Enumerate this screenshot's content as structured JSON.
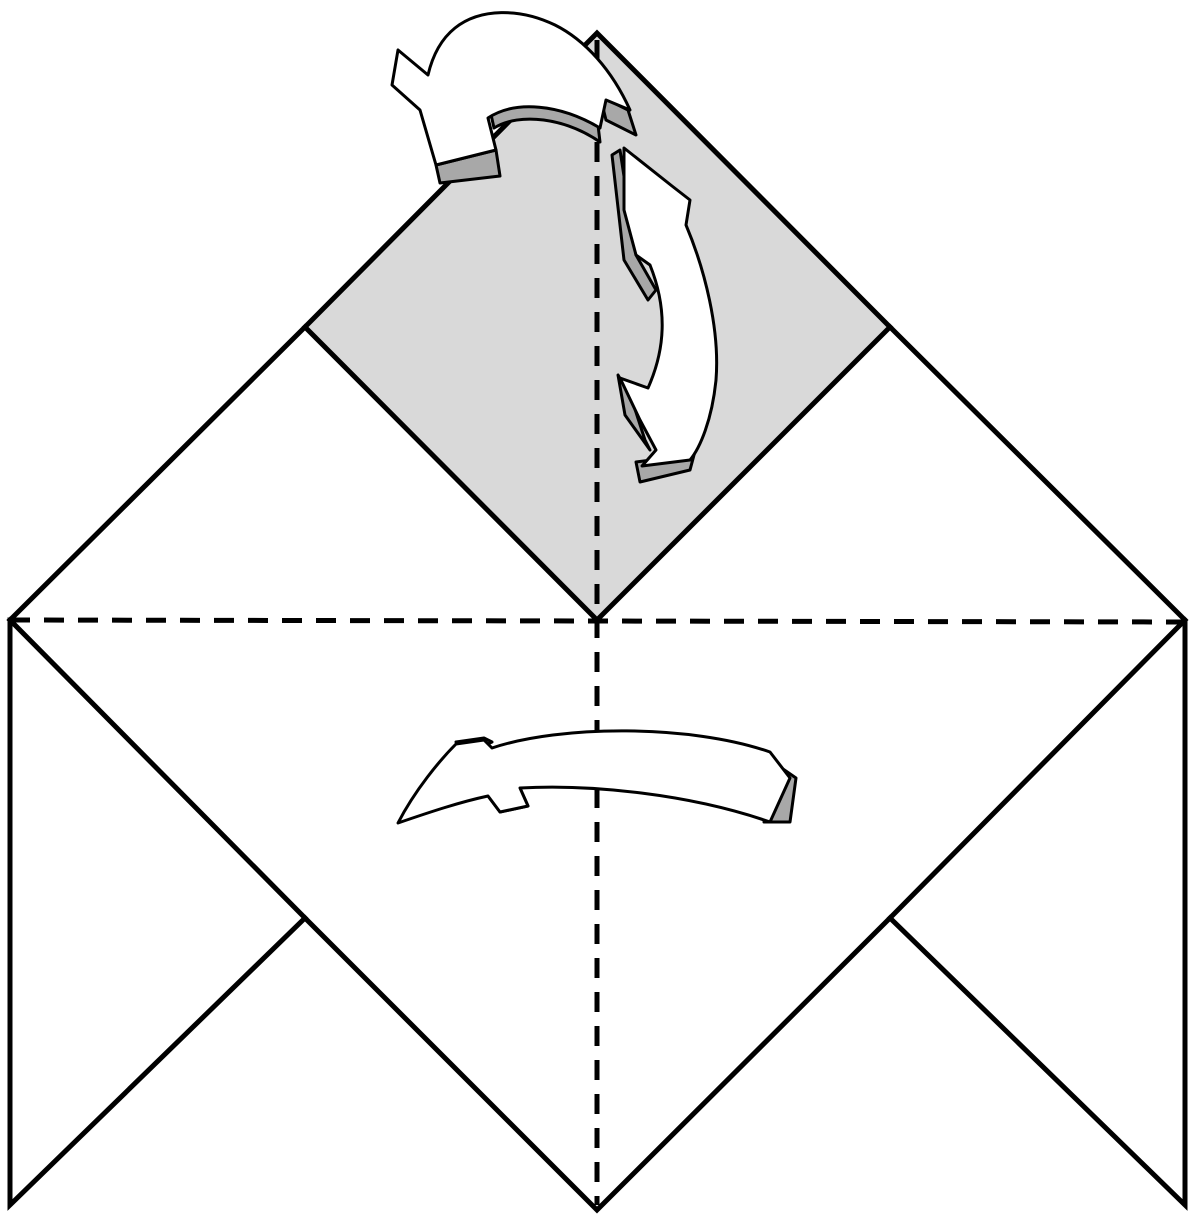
{
  "diagram": {
    "type": "origami-fold-instruction",
    "colors": {
      "background": "#ffffff",
      "line": "#000000",
      "shaded_flap": "#d9d9d9",
      "arrow_fill": "#ffffff",
      "arrow_shadow": "#a8a8a8"
    },
    "fold_lines": {
      "style": "dashed",
      "count": 2
    },
    "arrows": [
      {
        "name": "top-flip-arrow",
        "icon": "curved-arrow-left-icon",
        "meaning": "flip"
      },
      {
        "name": "top-curl-arrow",
        "icon": "curved-arrow-down-icon",
        "meaning": "fold"
      },
      {
        "name": "center-fold-arrow",
        "icon": "curved-arrow-left-icon",
        "meaning": "fold"
      }
    ]
  }
}
